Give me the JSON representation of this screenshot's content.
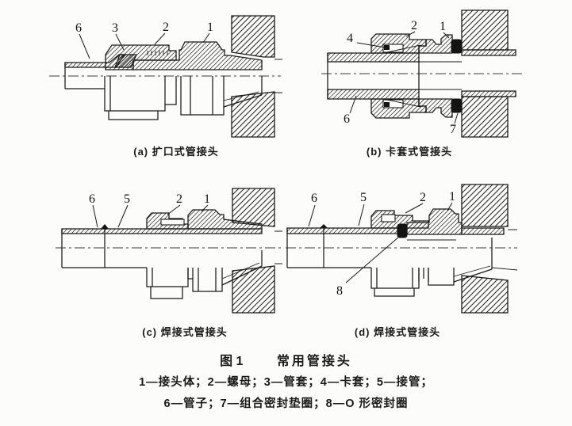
{
  "figure": {
    "number_label": "图 1",
    "title": "常用管接头"
  },
  "legend": {
    "line1": "1—接头体；2—螺母；3—管套；4—卡套；5—接管；",
    "line2": "6—管子；7—组合密封垫圈；8—O 形密封圈"
  },
  "parts": {
    "1": "接头体",
    "2": "螺母",
    "3": "管套",
    "4": "卡套",
    "5": "接管",
    "6": "管子",
    "7": "组合密封垫圈",
    "8": "O 形密封圈"
  },
  "panels": {
    "a": {
      "caption": "(a) 扩口式管接头",
      "labels": {
        "n6": "6",
        "n3": "3",
        "n2": "2",
        "n1": "1"
      }
    },
    "b": {
      "caption": "(b) 卡套式管接头",
      "labels": {
        "n4": "4",
        "n2": "2",
        "n1": "1",
        "n6": "6",
        "n7": "7"
      }
    },
    "c": {
      "caption": "(c) 焊接式管接头",
      "labels": {
        "n6": "6",
        "n5": "5",
        "n2": "2",
        "n1": "1"
      }
    },
    "d": {
      "caption": "(d) 焊接式管接头",
      "labels": {
        "n6": "6",
        "n5": "5",
        "n2": "2",
        "n1": "1",
        "n8": "8"
      }
    }
  },
  "colors": {
    "ink": "#1a1a1a",
    "paper": "#fcfcfa",
    "seal": "#141414"
  }
}
